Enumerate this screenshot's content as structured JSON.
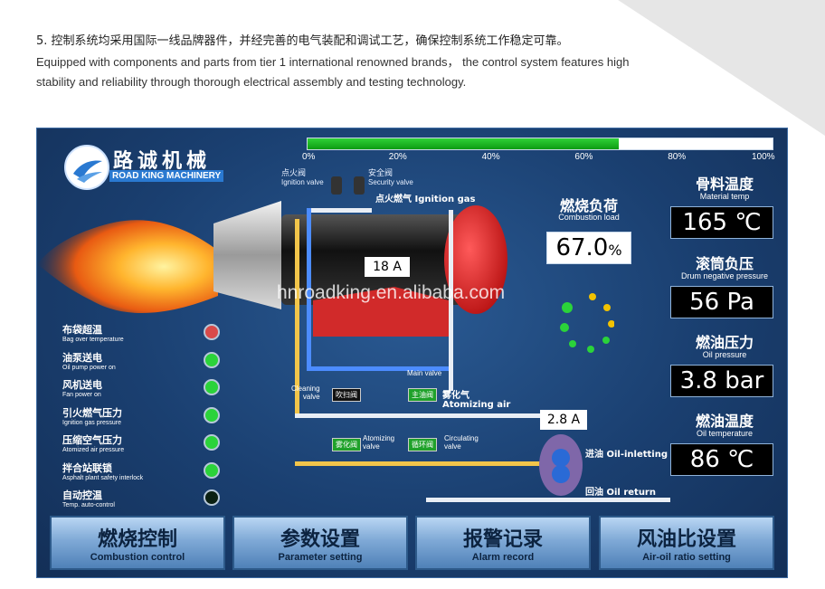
{
  "header": {
    "line_cn": "5. 控制系统均采用国际一线品牌器件，并经完善的电气装配和调试工艺，确保控制系统工作稳定可靠。",
    "line_en_1": "Equipped with components and parts from tier 1 international renowned brands， the control system features high",
    "line_en_2": "stability and reliability through thorough electrical assembly and testing technology."
  },
  "logo": {
    "cn": "路诚机械",
    "en": "ROAD KING MACHINERY"
  },
  "progress": {
    "fill_fraction": 0.67,
    "ticks": [
      "0%",
      "20%",
      "40%",
      "60%",
      "80%",
      "100%"
    ]
  },
  "combustion_load": {
    "label_cn": "燃烧负荷",
    "label_en": "Combustion load",
    "value": "67.0",
    "unit": "%"
  },
  "valves": {
    "ignition_cn": "点火阀",
    "ignition_en": "Ignition valve",
    "security_cn": "安全阀",
    "security_en": "Security valve",
    "ignition_gas_cn": "点火燃气",
    "ignition_gas_en": "Ignition gas",
    "main_valve": "Main valve",
    "cleaning_valve": "Cleaning\nvalve",
    "cleaning_tag": "吹扫阀",
    "main_tag": "主油阀",
    "atomizing_cn": "雾化气",
    "atomizing_en": "Atomizing air",
    "atomizing_tag": "雾化阀",
    "atomizing_valve": "Atomizing\nvalve",
    "circulating_tag": "循环阀",
    "circulating_valve": "Circulating\nvalve"
  },
  "currents": {
    "fan": "18 A",
    "pump": "2.8 A"
  },
  "oil": {
    "inlet_cn": "进油",
    "inlet_en": "Oil-inletting",
    "return_cn": "回油",
    "return_en": "Oil return"
  },
  "readings": [
    {
      "cn": "骨料温度",
      "en": "Material temp",
      "value": "165 ℃"
    },
    {
      "cn": "滚筒负压",
      "en": "Drum negative pressure",
      "value": "56 Pa"
    },
    {
      "cn": "燃油压力",
      "en": "Oil pressure",
      "value": "3.8 bar"
    },
    {
      "cn": "燃油温度",
      "en": "Oil temperature",
      "value": "86 ℃"
    }
  ],
  "status": [
    {
      "cn": "布袋超温",
      "en": "Bag over temperature",
      "state": "red"
    },
    {
      "cn": "油泵送电",
      "en": "Oil pump power on",
      "state": "green"
    },
    {
      "cn": "风机送电",
      "en": "Fan power on",
      "state": "green"
    },
    {
      "cn": "引火燃气压力",
      "en": "Ignition gas pressure",
      "state": "green"
    },
    {
      "cn": "压缩空气压力",
      "en": "Atomized air pressure",
      "state": "green"
    },
    {
      "cn": "拌合站联锁",
      "en": "Asphalt plant safety interlock",
      "state": "green"
    },
    {
      "cn": "自动控温",
      "en": "Temp. auto-control",
      "state": "off"
    }
  ],
  "buttons": [
    {
      "cn": "燃烧控制",
      "en": "Combustion control"
    },
    {
      "cn": "参数设置",
      "en": "Parameter setting"
    },
    {
      "cn": "报警记录",
      "en": "Alarm record"
    },
    {
      "cn": "风油比设置",
      "en": "Air-oil ratio setting"
    }
  ],
  "watermark": "hnroadking.en.alibaba.com",
  "colors": {
    "panel": "#1a3f70",
    "progress_fill": "#1fbf25",
    "led_green": "#2bd33a",
    "led_red": "#d84a4a",
    "pipe_white": "#e9eef5",
    "pipe_yellow": "#f2c54a",
    "pipe_blue": "#4c8cff"
  }
}
